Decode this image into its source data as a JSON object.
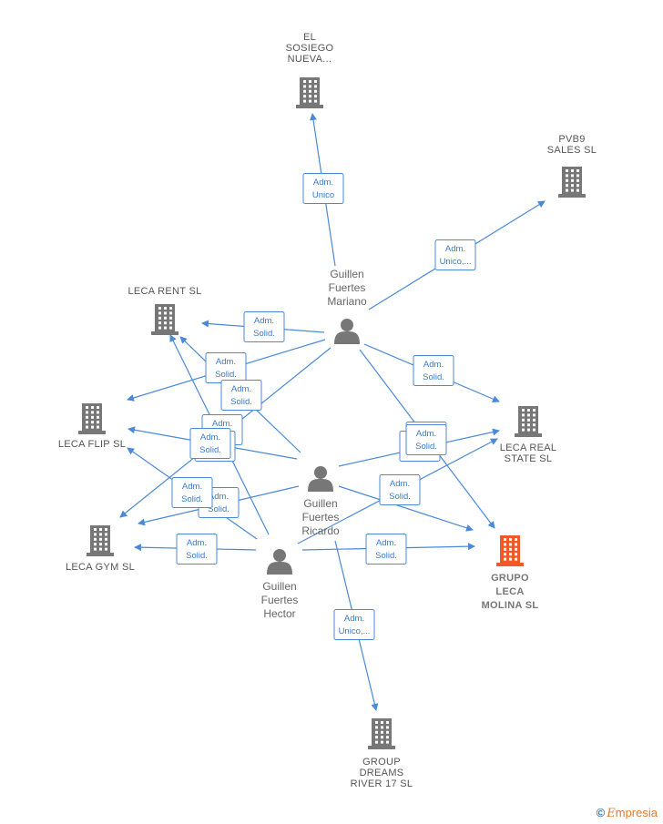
{
  "colors": {
    "edge": "#4a8ad8",
    "company": "#777777",
    "focus_company": "#f05a28",
    "person": "#777777"
  },
  "companies": [
    {
      "id": "el_sosiego",
      "lines": [
        "EL",
        "SOSIEGO",
        "NUEVA..."
      ],
      "focus": false,
      "icon": "building-icon"
    },
    {
      "id": "pvb9",
      "lines": [
        "PVB9",
        "SALES  SL"
      ],
      "focus": false,
      "icon": "building-icon"
    },
    {
      "id": "leca_rent",
      "lines": [
        "LECA RENT  SL"
      ],
      "focus": false,
      "icon": "building-icon"
    },
    {
      "id": "leca_flip",
      "lines": [
        "LECA FLIP  SL"
      ],
      "focus": false,
      "icon": "building-icon"
    },
    {
      "id": "leca_real",
      "lines": [
        "LECA REAL",
        "STATE  SL"
      ],
      "focus": false,
      "icon": "building-icon"
    },
    {
      "id": "leca_gym",
      "lines": [
        "LECA GYM  SL"
      ],
      "focus": false,
      "icon": "building-icon"
    },
    {
      "id": "grupo_leca",
      "lines": [
        "GRUPO",
        "LECA",
        "MOLINA  SL"
      ],
      "focus": true,
      "icon": "building-icon"
    },
    {
      "id": "group_dreams",
      "lines": [
        "GROUP",
        "DREAMS",
        "RIVER 17  SL"
      ],
      "focus": false,
      "icon": "building-icon"
    }
  ],
  "persons": [
    {
      "id": "mariano",
      "lines": [
        "Guillen",
        "Fuertes",
        "Mariano"
      ],
      "icon": "person-icon"
    },
    {
      "id": "ricardo",
      "lines": [
        "Guillen",
        "Fuertes",
        "Ricardo"
      ],
      "icon": "person-icon"
    },
    {
      "id": "hector",
      "lines": [
        "Guillen",
        "Fuertes",
        "Hector"
      ],
      "icon": "person-icon"
    }
  ],
  "edges": [
    {
      "from": "mariano",
      "to": "el_sosiego",
      "lines": [
        "Adm.",
        "Unico"
      ]
    },
    {
      "from": "mariano",
      "to": "pvb9",
      "lines": [
        "Adm.",
        "Unico,..."
      ]
    },
    {
      "from": "mariano",
      "to": "leca_rent",
      "lines": [
        "Adm.",
        "Solid."
      ]
    },
    {
      "from": "mariano",
      "to": "leca_flip",
      "lines": [
        "Adm.",
        "Solid."
      ]
    },
    {
      "from": "mariano",
      "to": "leca_real",
      "lines": [
        "Adm.",
        "Solid."
      ]
    },
    {
      "from": "mariano",
      "to": "grupo_leca",
      "lines": [
        "Adm.",
        "Solid."
      ]
    },
    {
      "from": "mariano",
      "to": "leca_gym",
      "lines": [
        "Adm.",
        "Solid."
      ]
    },
    {
      "from": "ricardo",
      "to": "leca_rent",
      "lines": [
        "Adm.",
        "Solid."
      ]
    },
    {
      "from": "ricardo",
      "to": "leca_flip",
      "lines": [
        "Adm.",
        "Solid."
      ]
    },
    {
      "from": "ricardo",
      "to": "leca_gym",
      "lines": [
        "Adm.",
        "Solid."
      ]
    },
    {
      "from": "ricardo",
      "to": "leca_real",
      "lines": [
        "Adm.",
        "Solid."
      ]
    },
    {
      "from": "ricardo",
      "to": "grupo_leca",
      "lines": [
        "Adm.",
        "Solid."
      ]
    },
    {
      "from": "ricardo",
      "to": "group_dreams",
      "lines": [
        "Adm.",
        "Unico,..."
      ]
    },
    {
      "from": "hector",
      "to": "leca_rent",
      "lines": [
        "Adm.",
        "Solid."
      ]
    },
    {
      "from": "hector",
      "to": "leca_flip",
      "lines": [
        "Adm.",
        "Solid."
      ]
    },
    {
      "from": "hector",
      "to": "leca_gym",
      "lines": [
        "Adm.",
        "Solid."
      ]
    },
    {
      "from": "hector",
      "to": "leca_real",
      "lines": [
        "Adm.",
        "Solid."
      ]
    },
    {
      "from": "hector",
      "to": "grupo_leca",
      "lines": [
        "Adm.",
        "Solid."
      ]
    }
  ],
  "footer": {
    "copyright_symbol": "©",
    "brand_first": "E",
    "brand_rest": "mpresia"
  }
}
